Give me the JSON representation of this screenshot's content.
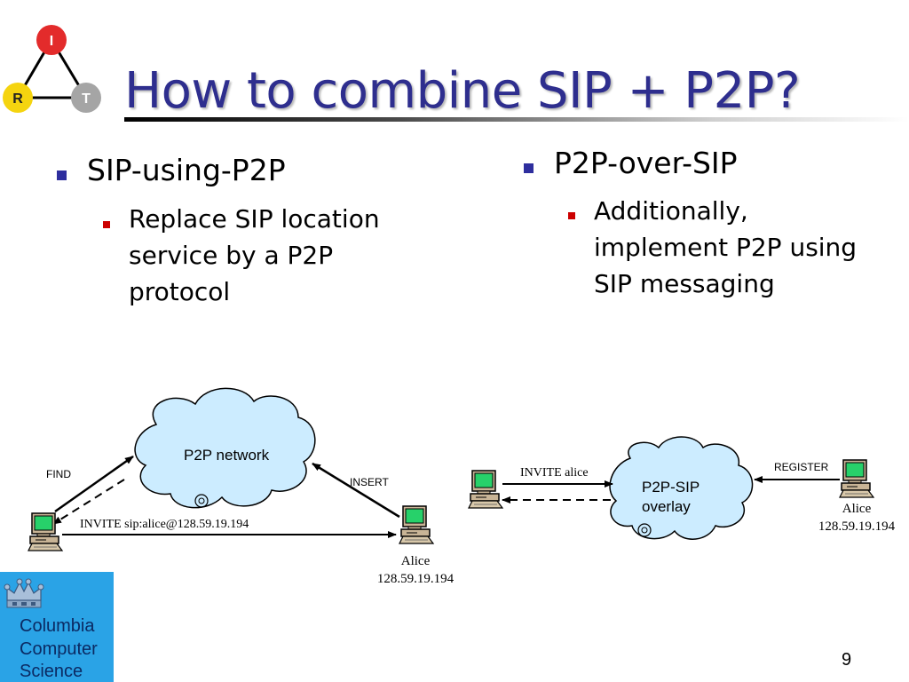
{
  "slide": {
    "title": "How to combine SIP + P2P?",
    "page_number": "9"
  },
  "irt_logo": {
    "top_letter": "I",
    "left_letter": "R",
    "right_letter": "T",
    "colors": {
      "i": "#e32b2b",
      "r": "#f5d40f",
      "t": "#a5a5a5"
    }
  },
  "left_column": {
    "heading": "SIP-using-P2P",
    "sub_lines": [
      "Replace SIP location",
      "service by a P2P",
      "protocol"
    ]
  },
  "right_column": {
    "heading": "P2P-over-SIP",
    "sub_lines": [
      "Additionally,",
      "implement P2P using",
      "SIP messaging"
    ]
  },
  "diagram_left": {
    "cloud_label": "P2P network",
    "find_label": "FIND",
    "insert_label": "INSERT",
    "invite_label": "INVITE sip:alice@128.59.19.194",
    "alice_name": "Alice",
    "alice_ip": "128.59.19.194"
  },
  "diagram_right": {
    "cloud_label_line1": "P2P-SIP",
    "cloud_label_line2": "overlay",
    "invite_label": "INVITE alice",
    "register_label": "REGISTER",
    "alice_name": "Alice",
    "alice_ip": "128.59.19.194"
  },
  "footer_logo": {
    "lines": [
      "Columbia",
      "Computer",
      "Science"
    ],
    "background": "#2aa3e6"
  },
  "colors": {
    "title": "#2e2e8e",
    "bullet_level1": "#2e2e9e",
    "bullet_level2": "#cc0000",
    "cloud_fill": "#ccecff"
  }
}
